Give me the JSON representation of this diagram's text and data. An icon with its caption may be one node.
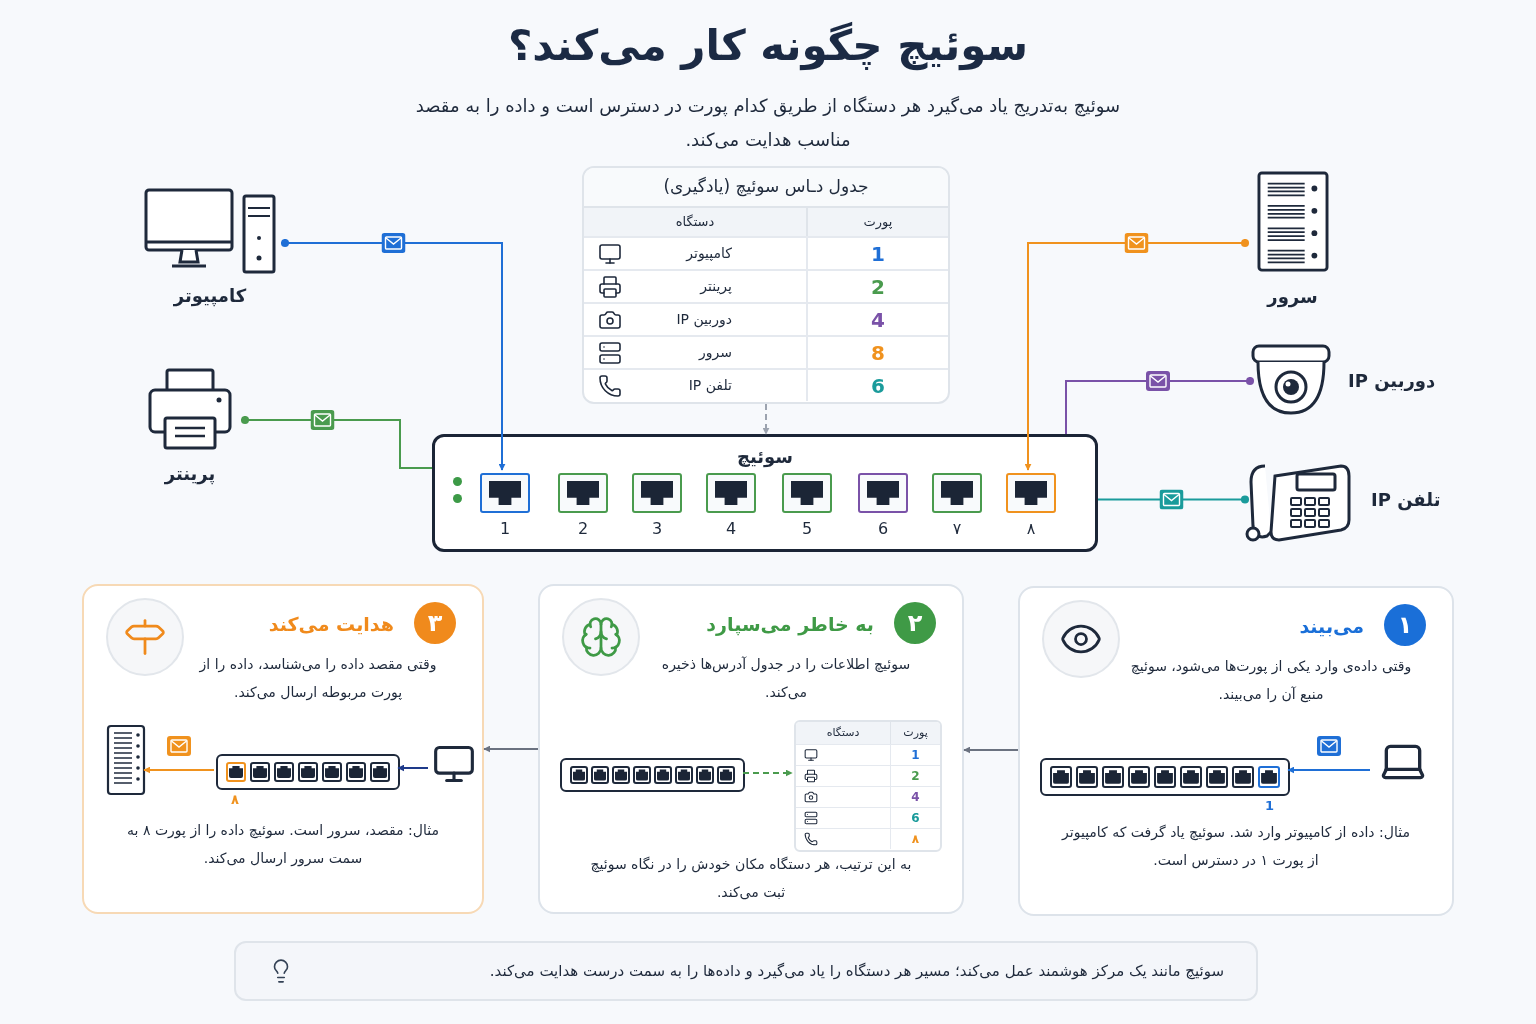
{
  "diagram": {
    "title": "سوئیچ چگونه کار می‌کند؟",
    "nodes": [
      {
        "text": [
          "کامپیوتر"
        ]
      },
      {
        "text": [
          "پرینتر"
        ]
      },
      {
        "text": [
          "سرور"
        ]
      },
      {
        "text": [
          "دوربین IP"
        ]
      },
      {
        "text": [
          "تلفن IP"
        ]
      },
      {
        "text": [
          "جدول دـاس سوئیچ (یادگیری)"
        ]
      },
      {
        "text": [
          "سوئیچ"
        ]
      },
      {
        "text": [
          "1"
        ],
        "in": 6
      },
      {
        "text": [
          "2"
        ],
        "in": 6
      },
      {
        "text": [
          "3"
        ],
        "in": 6
      },
      {
        "text": [
          "4"
        ],
        "in": 6
      },
      {
        "text": [
          "5"
        ],
        "in": 6
      },
      {
        "text": [
          "6"
        ],
        "in": 6
      },
      {
        "text": [
          "۷"
        ],
        "in": 6
      },
      {
        "text": [
          "۸"
        ],
        "in": 6
      },
      {
        "text": [
          "۱",
          "می‌بیند",
          "وقتی داده‌ی وارد یکی از پورت‌ها می‌شود، سوئیچ منبع آن را می‌بیند.",
          "مثال: داده از کامپیوتر وارد شد. سوئیچ یاد گرفت که کامپیوتر از پورت ۱ در دسترس است."
        ]
      },
      {
        "text": [],
        "shape": "picture",
        "in": 15
      },
      {
        "text": [],
        "shape": "picture",
        "in": 15,
        "beside": [
          "1"
        ]
      },
      {
        "text": [
          "۲",
          "به خاطر می‌سپارد",
          "سوئیچ اطلاعات را در جدول آدرس‌ها ذخیره می‌کند.",
          "به این ترتیب، هر دستگاه مکان خودش را در نگاه سوئیچ ثبت می‌کند."
        ]
      },
      {
        "text": [],
        "shape": "picture",
        "in": 18
      },
      {
        "text": [],
        "shape": "box",
        "in": 18
      },
      {
        "text": [
          "۳",
          "هدایت می‌کند",
          "وقتی مقصد داده را می‌شناسد، داده را از پورت مربوطه ارسال می‌کند.",
          "مثال: مقصد، سرور است. سوئیچ داده را از پورت ۸ به سمت سرور ارسال می‌کند."
        ]
      },
      {
        "text": [],
        "shape": "picture",
        "in": 21
      },
      {
        "text": [],
        "shape": "picture",
        "in": 21,
        "beside": [
          "۸"
        ]
      },
      {
        "text": [],
        "shape": "picture",
        "in": 21
      },
      {
        "text": [
          "سوئیچ مانند یک مرکز هوشمند عمل می‌کند؛ مسیر هر دستگاه را یاد می‌گیرد و داده‌ها را به سمت درست هدایت می‌کند."
        ]
      }
    ],
    "edges": [
      {
        "from": 0,
        "to": 7,
        "arrow": "to",
        "color": "#1f6fd6"
      },
      {
        "from": 1,
        "to": 6,
        "arrow": "other",
        "color": "#4a9b4e"
      },
      {
        "from": 2,
        "to": 14,
        "arrow": "to",
        "color": "#f0921e"
      },
      {
        "from": 3,
        "to": 6,
        "arrow": "other",
        "color": "#7a52a8"
      },
      {
        "from": 4,
        "to": 6,
        "arrow": "other",
        "color": "#1a9b9b"
      },
      {
        "from": 5,
        "to": 6,
        "arrow": "to",
        "style": "dashed",
        "color": "#9ca3af"
      },
      {
        "from": 16,
        "to": 17,
        "arrow": "to",
        "color": "#1f6fd6"
      },
      {
        "from": 19,
        "to": 20,
        "arrow": "to",
        "style": "dashed",
        "color": "#4a9b4e"
      },
      {
        "from": 22,
        "to": 23,
        "arrow": "to",
        "color": "#1e3a8a"
      },
      {
        "from": 23,
        "to": 24,
        "arrow": "to",
        "color": "#f0921e"
      },
      {
        "from": 15,
        "to": 18,
        "arrow": "to",
        "color": "#6b7280"
      },
      {
        "from": 18,
        "to": 21,
        "arrow": "to",
        "color": "#6b7280"
      }
    ],
    "labels": [
      "سوئیچ به‌تدریج یاد می‌گیرد هر دستگاه از طریق کدام پورت در دسترس است و داده را به مقصد مناسب هدایت می‌کند.",
      "پورت",
      "دستگاه",
      "1",
      "کامپیوتر",
      "2",
      "پرینتر",
      "4",
      "دوربین IP",
      "8",
      "سرور",
      "6",
      "تلفن IP",
      "پورت",
      "دستگاه",
      "1",
      "2",
      "4",
      "6",
      "۸"
    ]
  }
}
